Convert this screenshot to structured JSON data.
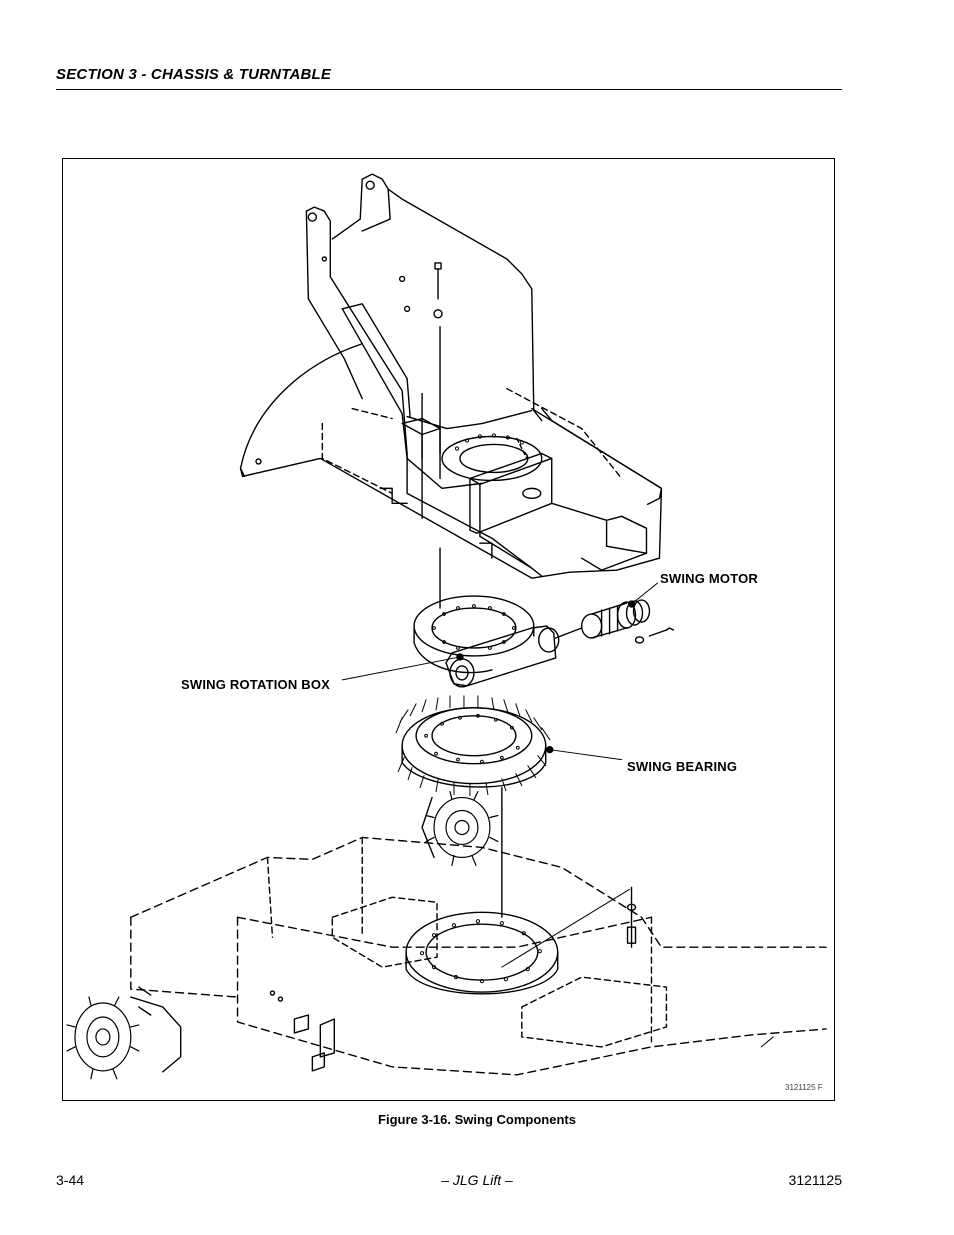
{
  "header": {
    "section_title": "SECTION 3 - CHASSIS & TURNTABLE"
  },
  "figure": {
    "callouts": {
      "swing_motor": "SWING MOTOR",
      "swing_rotation_box": "SWING ROTATION BOX",
      "swing_bearing": "SWING BEARING"
    },
    "drawing_number": "3121125 F",
    "caption": "Figure 3-16.  Swing Components"
  },
  "footer": {
    "page_number": "3-44",
    "center_text": "– JLG Lift –",
    "doc_number": "3121125"
  }
}
